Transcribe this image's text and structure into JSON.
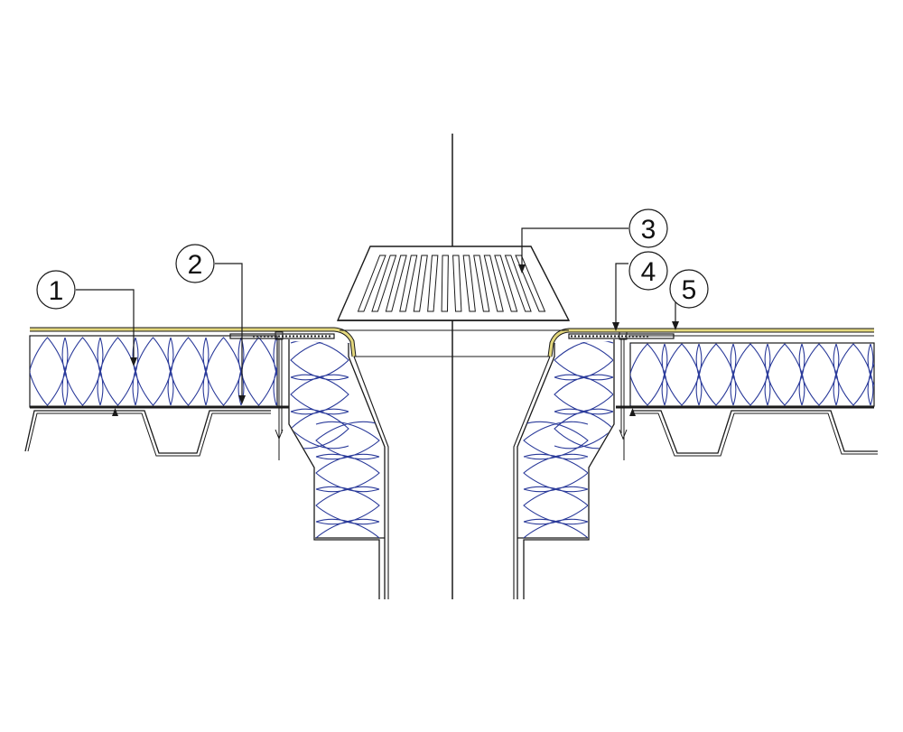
{
  "callouts": [
    {
      "number": "1"
    },
    {
      "number": "2"
    },
    {
      "number": "3"
    },
    {
      "number": "4"
    },
    {
      "number": "5"
    }
  ],
  "colors": {
    "line": "#1a1a1a",
    "insulation_pattern": "#2a3a9a",
    "membrane": "#e3d77c",
    "background": "#ffffff"
  }
}
